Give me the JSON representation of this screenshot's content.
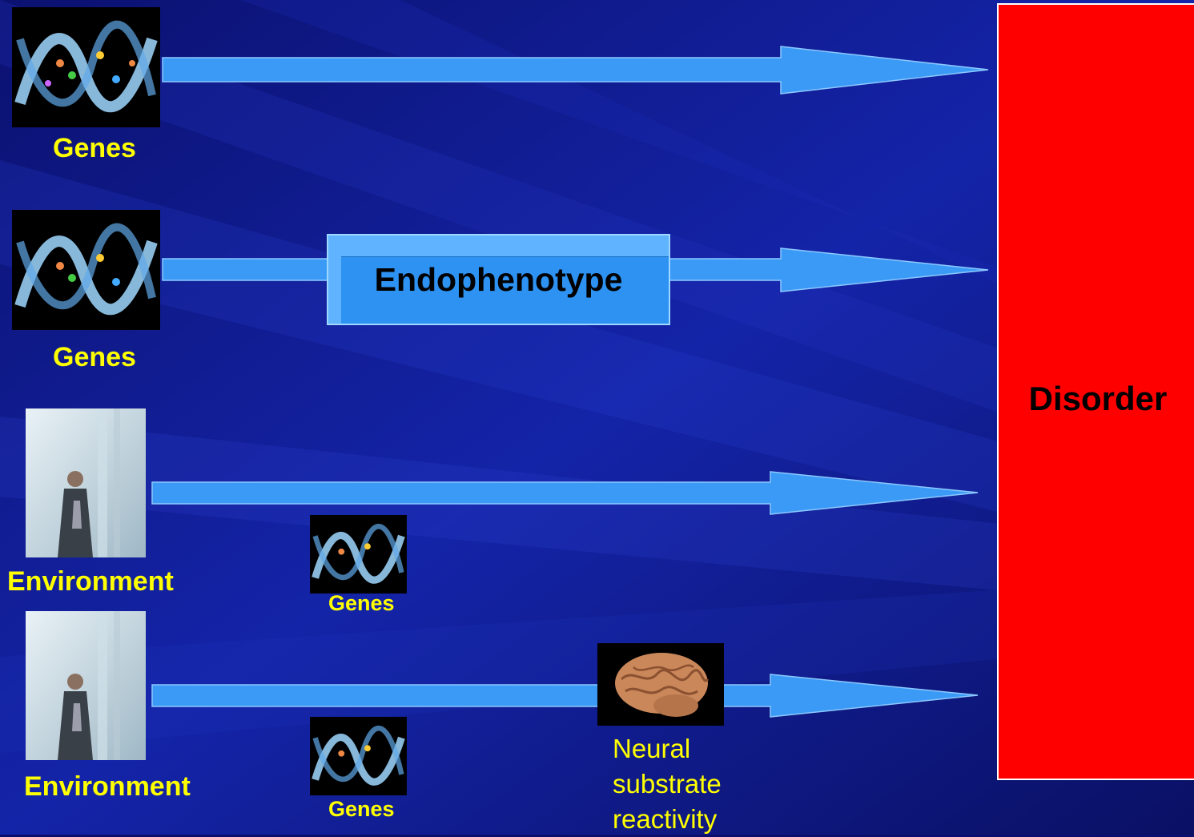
{
  "colors": {
    "background": "#0a0f6e",
    "arrow": "#3a9af5",
    "label": "#ffff00",
    "disorder_box": "#ff0000",
    "endophenotype_box": "#2d92f2"
  },
  "rows": [
    {
      "source_label": "Genes",
      "source_icon": "dna-helix-icon"
    },
    {
      "source_label": "Genes",
      "source_icon": "dna-helix-icon",
      "mediator_label": "Endophenotype"
    },
    {
      "source_label": "Environment",
      "source_icon": "person-walking-icon",
      "secondary_label": "Genes",
      "secondary_icon": "dna-helix-icon"
    },
    {
      "source_label": "Environment",
      "source_icon": "person-walking-icon",
      "secondary_label": "Genes",
      "secondary_icon": "dna-helix-icon",
      "mediator_icon": "brain-icon",
      "mediator_lines": [
        "Neural",
        "substrate",
        "reactivity"
      ]
    }
  ],
  "target_label": "Disorder"
}
